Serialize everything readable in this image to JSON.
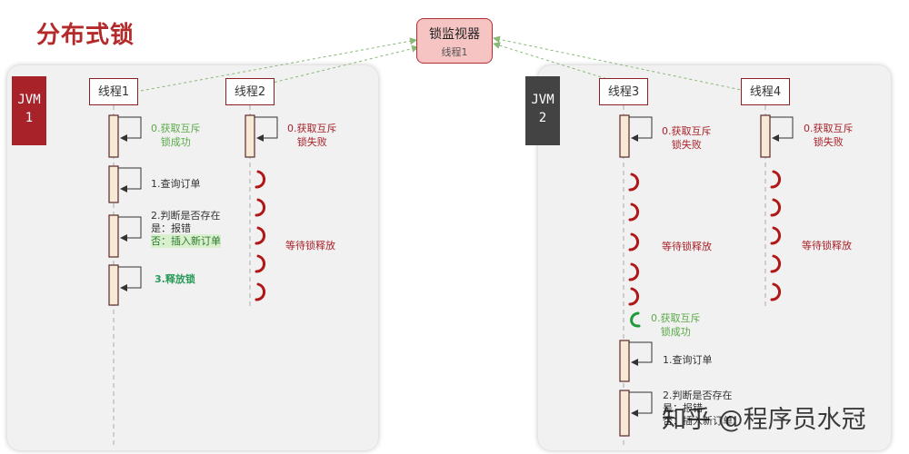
{
  "title": "分布式锁",
  "monitor": {
    "name": "锁监视器",
    "owner": "线程1"
  },
  "jvms": [
    "JVM\n1",
    "JVM\n2"
  ],
  "threads": [
    "线程1",
    "线程2",
    "线程3",
    "线程4"
  ],
  "jvm1": {
    "t1_step0": "0.获取互斥\n锁成功",
    "t1_step1": "1.查询订单",
    "t1_step2_line1": "2.判断是否存在",
    "t1_step2_line2": "是：报错",
    "t1_step2_line3": "否：插入新订单",
    "t1_step3": "3.释放锁",
    "t2_step0": "0.获取互斥\n锁失败",
    "t2_wait": "等待锁释放"
  },
  "jvm2": {
    "t3_step0": "0.获取互斥\n锁失败",
    "t3_wait": "等待锁释放",
    "t3_acquired": "0.获取互斥\n锁成功",
    "t3_step1": "1.查询订单",
    "t3_step2_line1": "2.判断是否存在",
    "t3_step2_line2": "是：报错",
    "t3_step2_line3": "否：插入新订单",
    "t4_step0": "0.获取互斥\n锁失败",
    "t4_wait": "等待锁释放"
  },
  "watermark": "知乎 @程序员水冠",
  "colors": {
    "accent": "#a8222a",
    "success": "#5aaa48",
    "jvm2": "#434343"
  }
}
